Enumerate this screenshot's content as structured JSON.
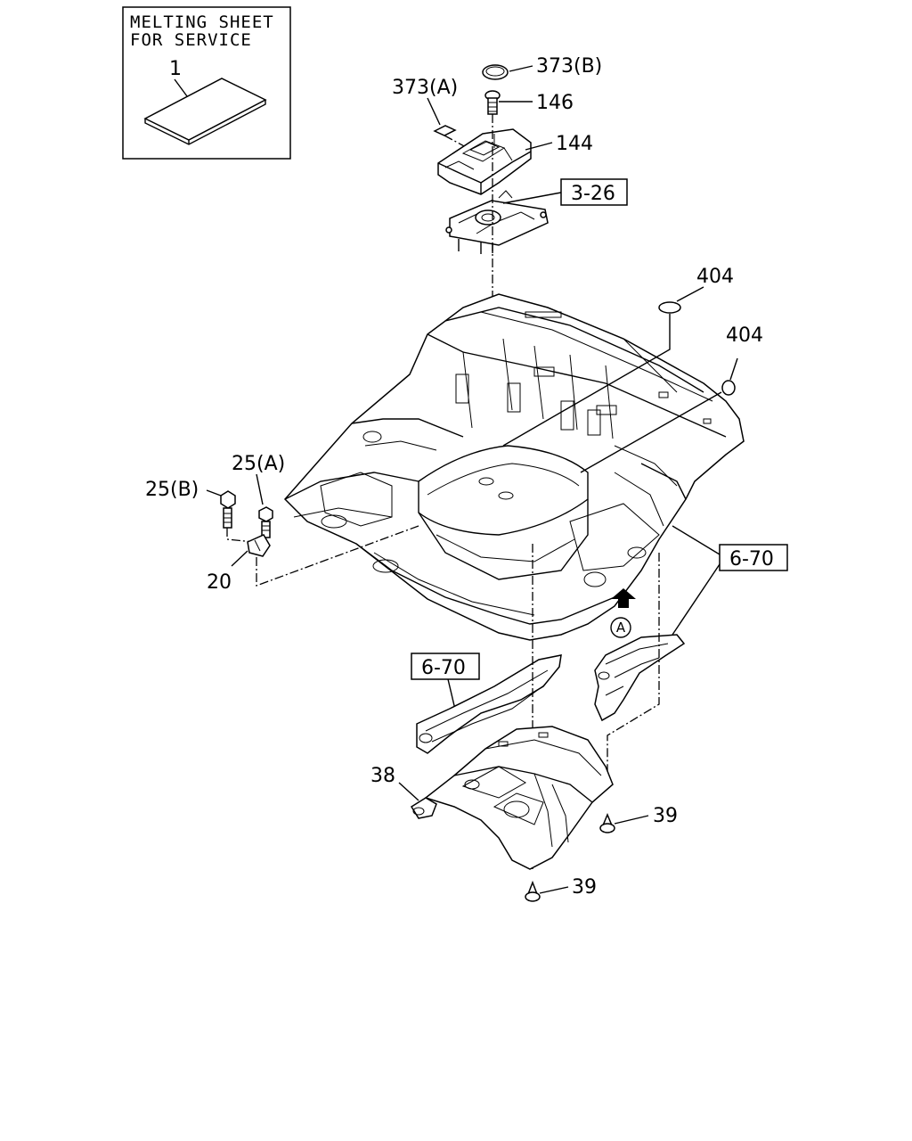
{
  "inset": {
    "title_line1": "MELTING SHEET",
    "title_line2": "FOR SERVICE",
    "part": "1"
  },
  "callouts": {
    "p373b": "373(B)",
    "p373a": "373(A)",
    "p146": "146",
    "p144": "144",
    "p404a": "404",
    "p404b": "404",
    "p25a": "25(A)",
    "p25b": "25(B)",
    "p20": "20",
    "p38": "38",
    "p39a": "39",
    "p39b": "39"
  },
  "ref_boxes": {
    "ref_3_26": "3-26",
    "ref_6_70_right": "6-70",
    "ref_6_70_left": "6-70"
  },
  "view_marker": "A"
}
